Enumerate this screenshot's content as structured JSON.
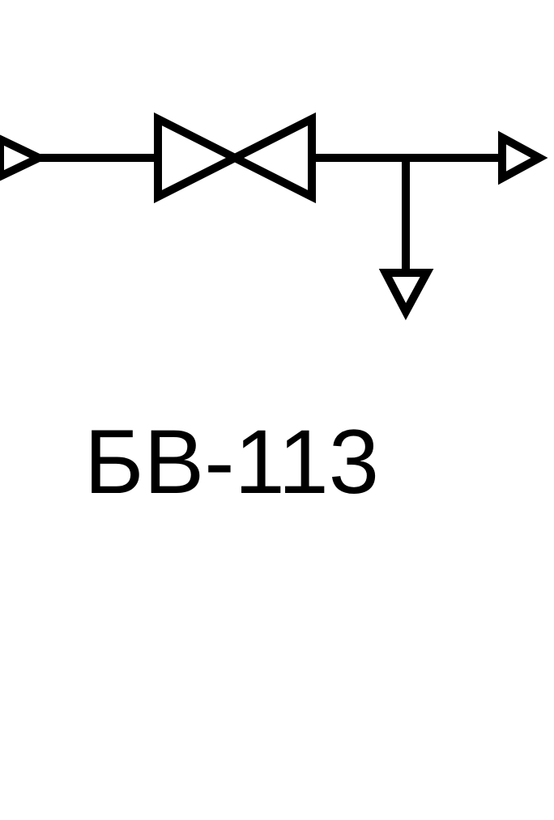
{
  "diagram": {
    "label": "БВ-113",
    "stroke_color": "#000000",
    "background": "#ffffff",
    "symbols": [
      "inlet-arrow",
      "gate-valve",
      "outlet-arrow",
      "branch-drain-arrow"
    ]
  }
}
